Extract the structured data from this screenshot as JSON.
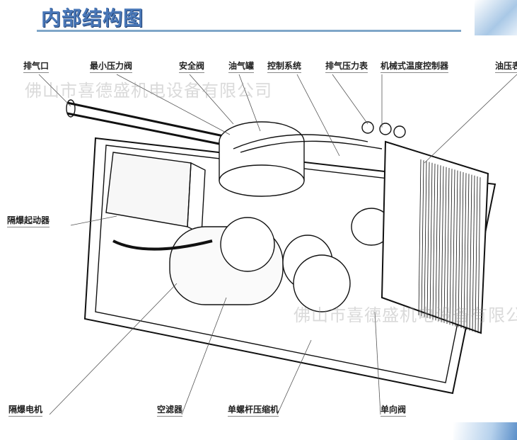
{
  "title": "内部结构图",
  "watermark": "佛山市喜德盛机电设备有限公司",
  "labels": {
    "exhaust_port": "排气口",
    "min_pressure_valve": "最小压力阀",
    "safety_valve": "安全阀",
    "oil_gas_tank": "油气罐",
    "control_system": "控制系统",
    "exhaust_pressure_gauge": "排气压力表",
    "mech_temp_controller": "机械式温度控制器",
    "oil_pressure_gauge": "油压表",
    "explosion_proof_starter": "隔爆起动器",
    "explosion_proof_motor": "隔爆电机",
    "air_filter": "空滤器",
    "single_screw_compressor": "单螺杆压缩机",
    "check_valve": "单向阀"
  }
}
